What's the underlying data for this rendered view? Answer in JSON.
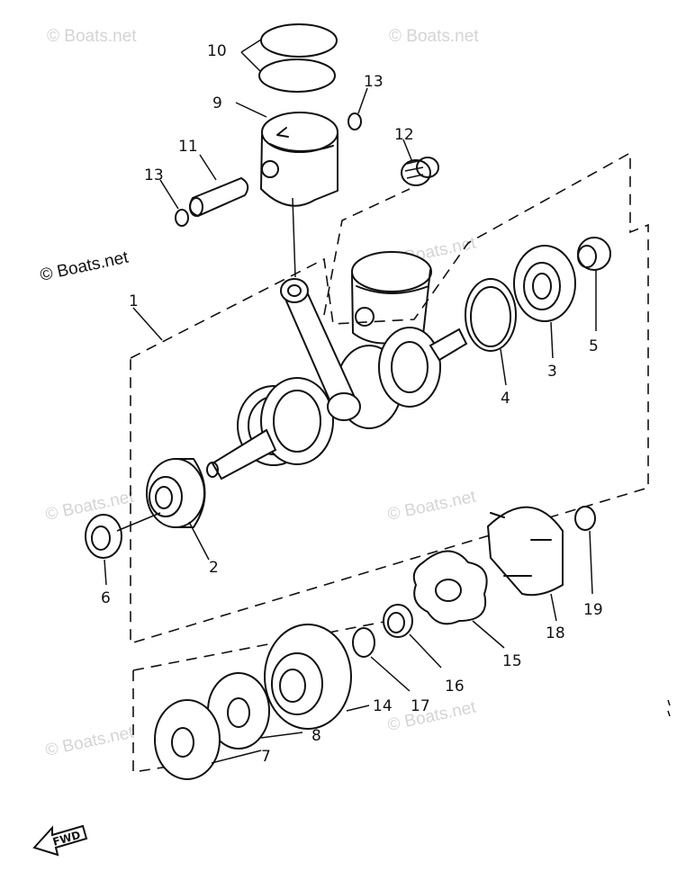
{
  "watermarks": {
    "top_left": "© Boats.net",
    "top_right": "© Boats.net",
    "left_dark": "© Boats.net",
    "mid_right": "© Boats.net",
    "mid_left": "© Boats.net",
    "mid_center": "© Boats.net",
    "bottom_left": "© Boats.net",
    "bottom_right": "© Boats.net"
  },
  "labels": {
    "p1": "1",
    "p2": "2",
    "p3": "3",
    "p4": "4",
    "p5": "5",
    "p6": "6",
    "p7": "7",
    "p8": "8",
    "p9": "9",
    "p10": "10",
    "p11": "11",
    "p12": "12",
    "p13a": "13",
    "p13b": "13",
    "p14": "14",
    "p15": "15",
    "p16": "16",
    "p17": "17",
    "p18": "18",
    "p19": "19"
  },
  "direction_arrow": "FWD"
}
